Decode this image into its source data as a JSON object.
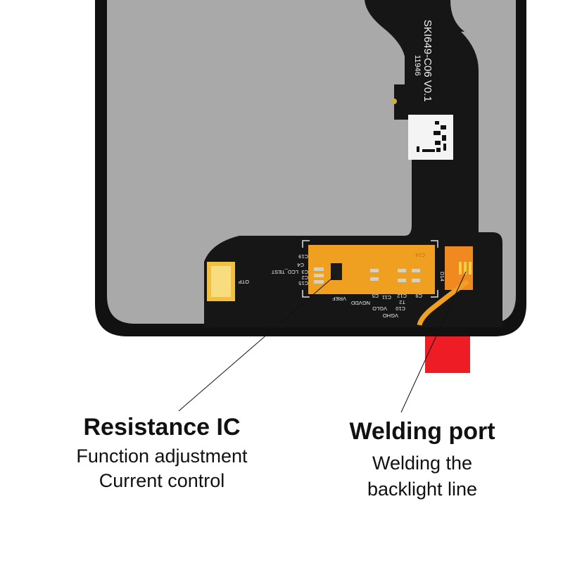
{
  "flex": {
    "part_number": "SKI649-C06 V0.1",
    "date_code": "11946",
    "silkscreen": [
      "C19",
      "C4",
      "C3",
      "LCD_TEST",
      "C2",
      "C15",
      "OTP",
      "VREF",
      "NGVDD",
      "VGLO",
      "VGHO",
      "C5",
      "C11",
      "C12",
      "C10",
      "T2",
      "C9",
      "C14",
      "D14"
    ]
  },
  "callouts": {
    "left": {
      "title": "Resistance IC",
      "lines": [
        "Function adjustment",
        "Current control"
      ]
    },
    "right": {
      "title": "Welding port",
      "lines": [
        "Welding the",
        "backlight line"
      ]
    }
  },
  "colors": {
    "screen": "#a9a9a9",
    "frame": "#111111",
    "flex": "#161616",
    "copper": "#f0a020",
    "tab": "#ee1c25"
  }
}
